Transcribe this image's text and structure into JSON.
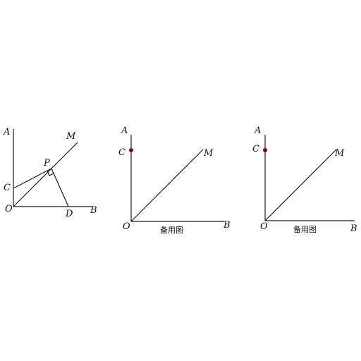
{
  "figures": [
    {
      "labels": {
        "A": "A",
        "M": "M",
        "P": "P",
        "C": "C",
        "O": "O",
        "D": "D",
        "B": "B"
      },
      "caption": ""
    },
    {
      "labels": {
        "A": "A",
        "C": "C",
        "M": "M",
        "O": "O",
        "B": "B"
      },
      "caption": "备用图",
      "point_color": "#8b0000"
    },
    {
      "labels": {
        "A": "A",
        "C": "C",
        "M": "M",
        "O": "O",
        "B": "B"
      },
      "caption": "备用图",
      "point_color": "#8b0000"
    }
  ]
}
